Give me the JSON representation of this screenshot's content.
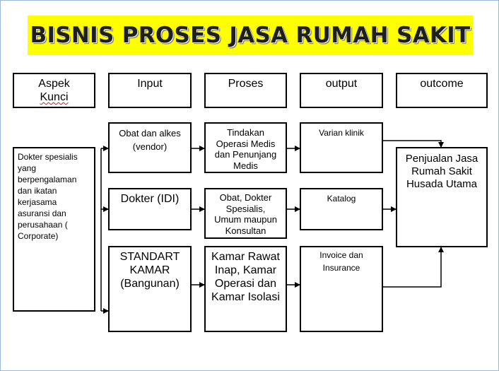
{
  "title": "BISNIS PROSES JASA RUMAH SAKIT",
  "headers": {
    "aspek_kunci_line1": "Aspek",
    "aspek_kunci_line2": "Kunci",
    "input": "Input",
    "proses": "Proses",
    "output": "output",
    "outcome": "outcome"
  },
  "aspek_kunci": {
    "text_lines": [
      "Dokter spesialis",
      "yang",
      "berpengalaman",
      "dan ikatan",
      "kerjasama",
      "asuransi dan",
      "perusahaan (",
      "Corporate)"
    ]
  },
  "rows": [
    {
      "input_lines": [
        "Obat dan alkes",
        "(vendor)"
      ],
      "proses_lines": [
        "Tindakan",
        "Operasi Medis",
        "dan Penunjang",
        "Medis"
      ],
      "output_lines": [
        "Varian klinik"
      ]
    },
    {
      "input_lines": [
        "Dokter (IDI)"
      ],
      "proses_lines": [
        "Obat, Dokter",
        "Spesialis,",
        "Umum maupun",
        "Konsultan"
      ],
      "output_lines": [
        "Katalog"
      ]
    },
    {
      "input_lines": [
        "STANDART",
        "KAMAR",
        "(Bangunan)"
      ],
      "proses_lines": [
        "Kamar Rawat",
        "Inap, Kamar",
        "Operasi dan",
        "Kamar Isolasi"
      ],
      "output_lines": [
        "Invoice dan",
        "Insurance"
      ]
    }
  ],
  "outcome": {
    "text_lines": [
      "Penjualan Jasa",
      "Rumah Sakit",
      "Husada Utama"
    ]
  },
  "colors": {
    "title_background": "#ffff00",
    "border": "#000000"
  }
}
